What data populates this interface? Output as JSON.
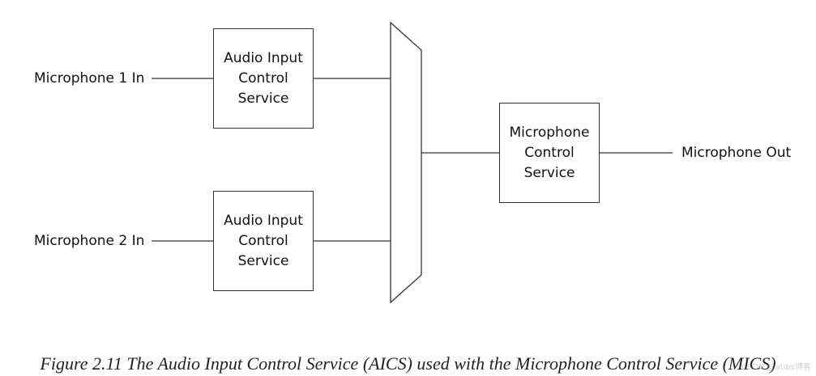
{
  "inputs": {
    "mic1": "Microphone 1 In",
    "mic2": "Microphone 2 In"
  },
  "boxes": {
    "aics1": "Audio Input\nControl\nService",
    "aics2": "Audio Input\nControl\nService",
    "mics": "Microphone\nControl\nService"
  },
  "output": "Microphone Out",
  "caption": "Figure 2.11  The Audio Input Control Service (AICS) used with the Microphone Control Service (MICS)",
  "watermark": "CSDN @atibs博客",
  "colors": {
    "line": "#333333",
    "text": "#111111"
  }
}
